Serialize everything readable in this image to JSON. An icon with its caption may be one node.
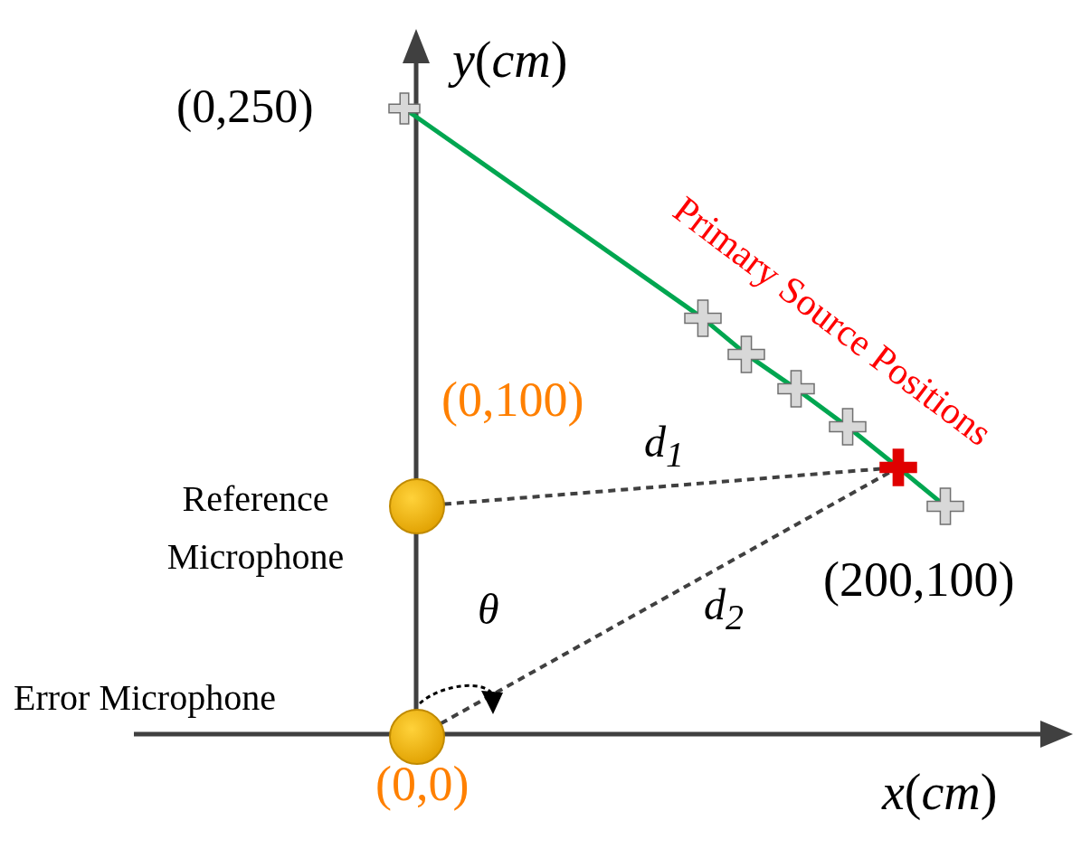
{
  "diagram": {
    "nodes": [
      {
        "text": [],
        "shape": "cross",
        "beside": [
          "(0,250)"
        ]
      },
      {
        "text": [],
        "shape": "cross"
      },
      {
        "text": [],
        "shape": "cross"
      },
      {
        "text": [],
        "shape": "cross"
      },
      {
        "text": [],
        "shape": "cross"
      },
      {
        "text": [],
        "shape": "cross"
      },
      {
        "text": [],
        "shape": "cross"
      },
      {
        "text": [],
        "shape": "circle",
        "beside": [
          "(0,100)",
          "Reference Microphone"
        ]
      },
      {
        "text": [],
        "shape": "circle",
        "beside": [
          "Error Microphone",
          "(0,0)"
        ]
      }
    ],
    "edges": [
      {
        "from": 0,
        "to": 1,
        "arrow": "none",
        "color": "#00a650"
      },
      {
        "from": 1,
        "to": 2,
        "arrow": "none",
        "color": "#00a650"
      },
      {
        "from": 2,
        "to": 3,
        "arrow": "none",
        "color": "#00a650"
      },
      {
        "from": 3,
        "to": 4,
        "arrow": "none",
        "color": "#00a650"
      },
      {
        "from": 4,
        "to": 5,
        "arrow": "none",
        "color": "#00a650"
      },
      {
        "from": 5,
        "to": 6,
        "arrow": "none",
        "color": "#00a650"
      },
      {
        "from": 7,
        "to": 5,
        "arrow": "none",
        "style": "dashed",
        "color": "#404040",
        "label": "d$_{1}$"
      },
      {
        "from": 8,
        "to": 5,
        "arrow": "none",
        "style": "dashed",
        "color": "#404040",
        "label": "d$_{2}$"
      }
    ],
    "labels": [
      "*y*(*cm*)",
      "Primary Source Positions",
      "(200,100)",
      "θ",
      "*x*(*cm*)"
    ]
  }
}
